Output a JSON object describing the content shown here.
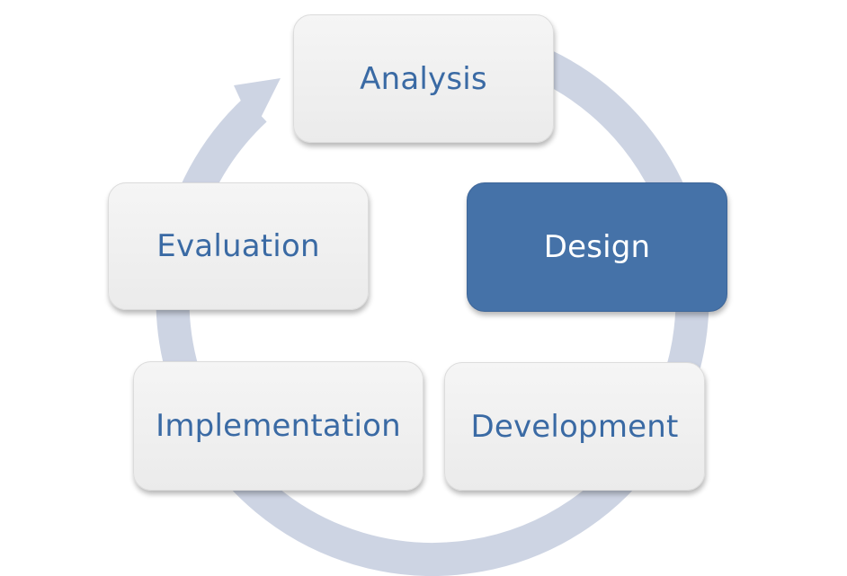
{
  "diagram": {
    "ring_color": "#cdd4e3",
    "active_color": "#4572a8",
    "text_color": "#3a6aa4",
    "stages": {
      "analysis": {
        "label": "Analysis",
        "active": false
      },
      "design": {
        "label": "Design",
        "active": true
      },
      "development": {
        "label": "Development",
        "active": false
      },
      "implementation": {
        "label": "Implementation",
        "active": false
      },
      "evaluation": {
        "label": "Evaluation",
        "active": false
      }
    }
  }
}
